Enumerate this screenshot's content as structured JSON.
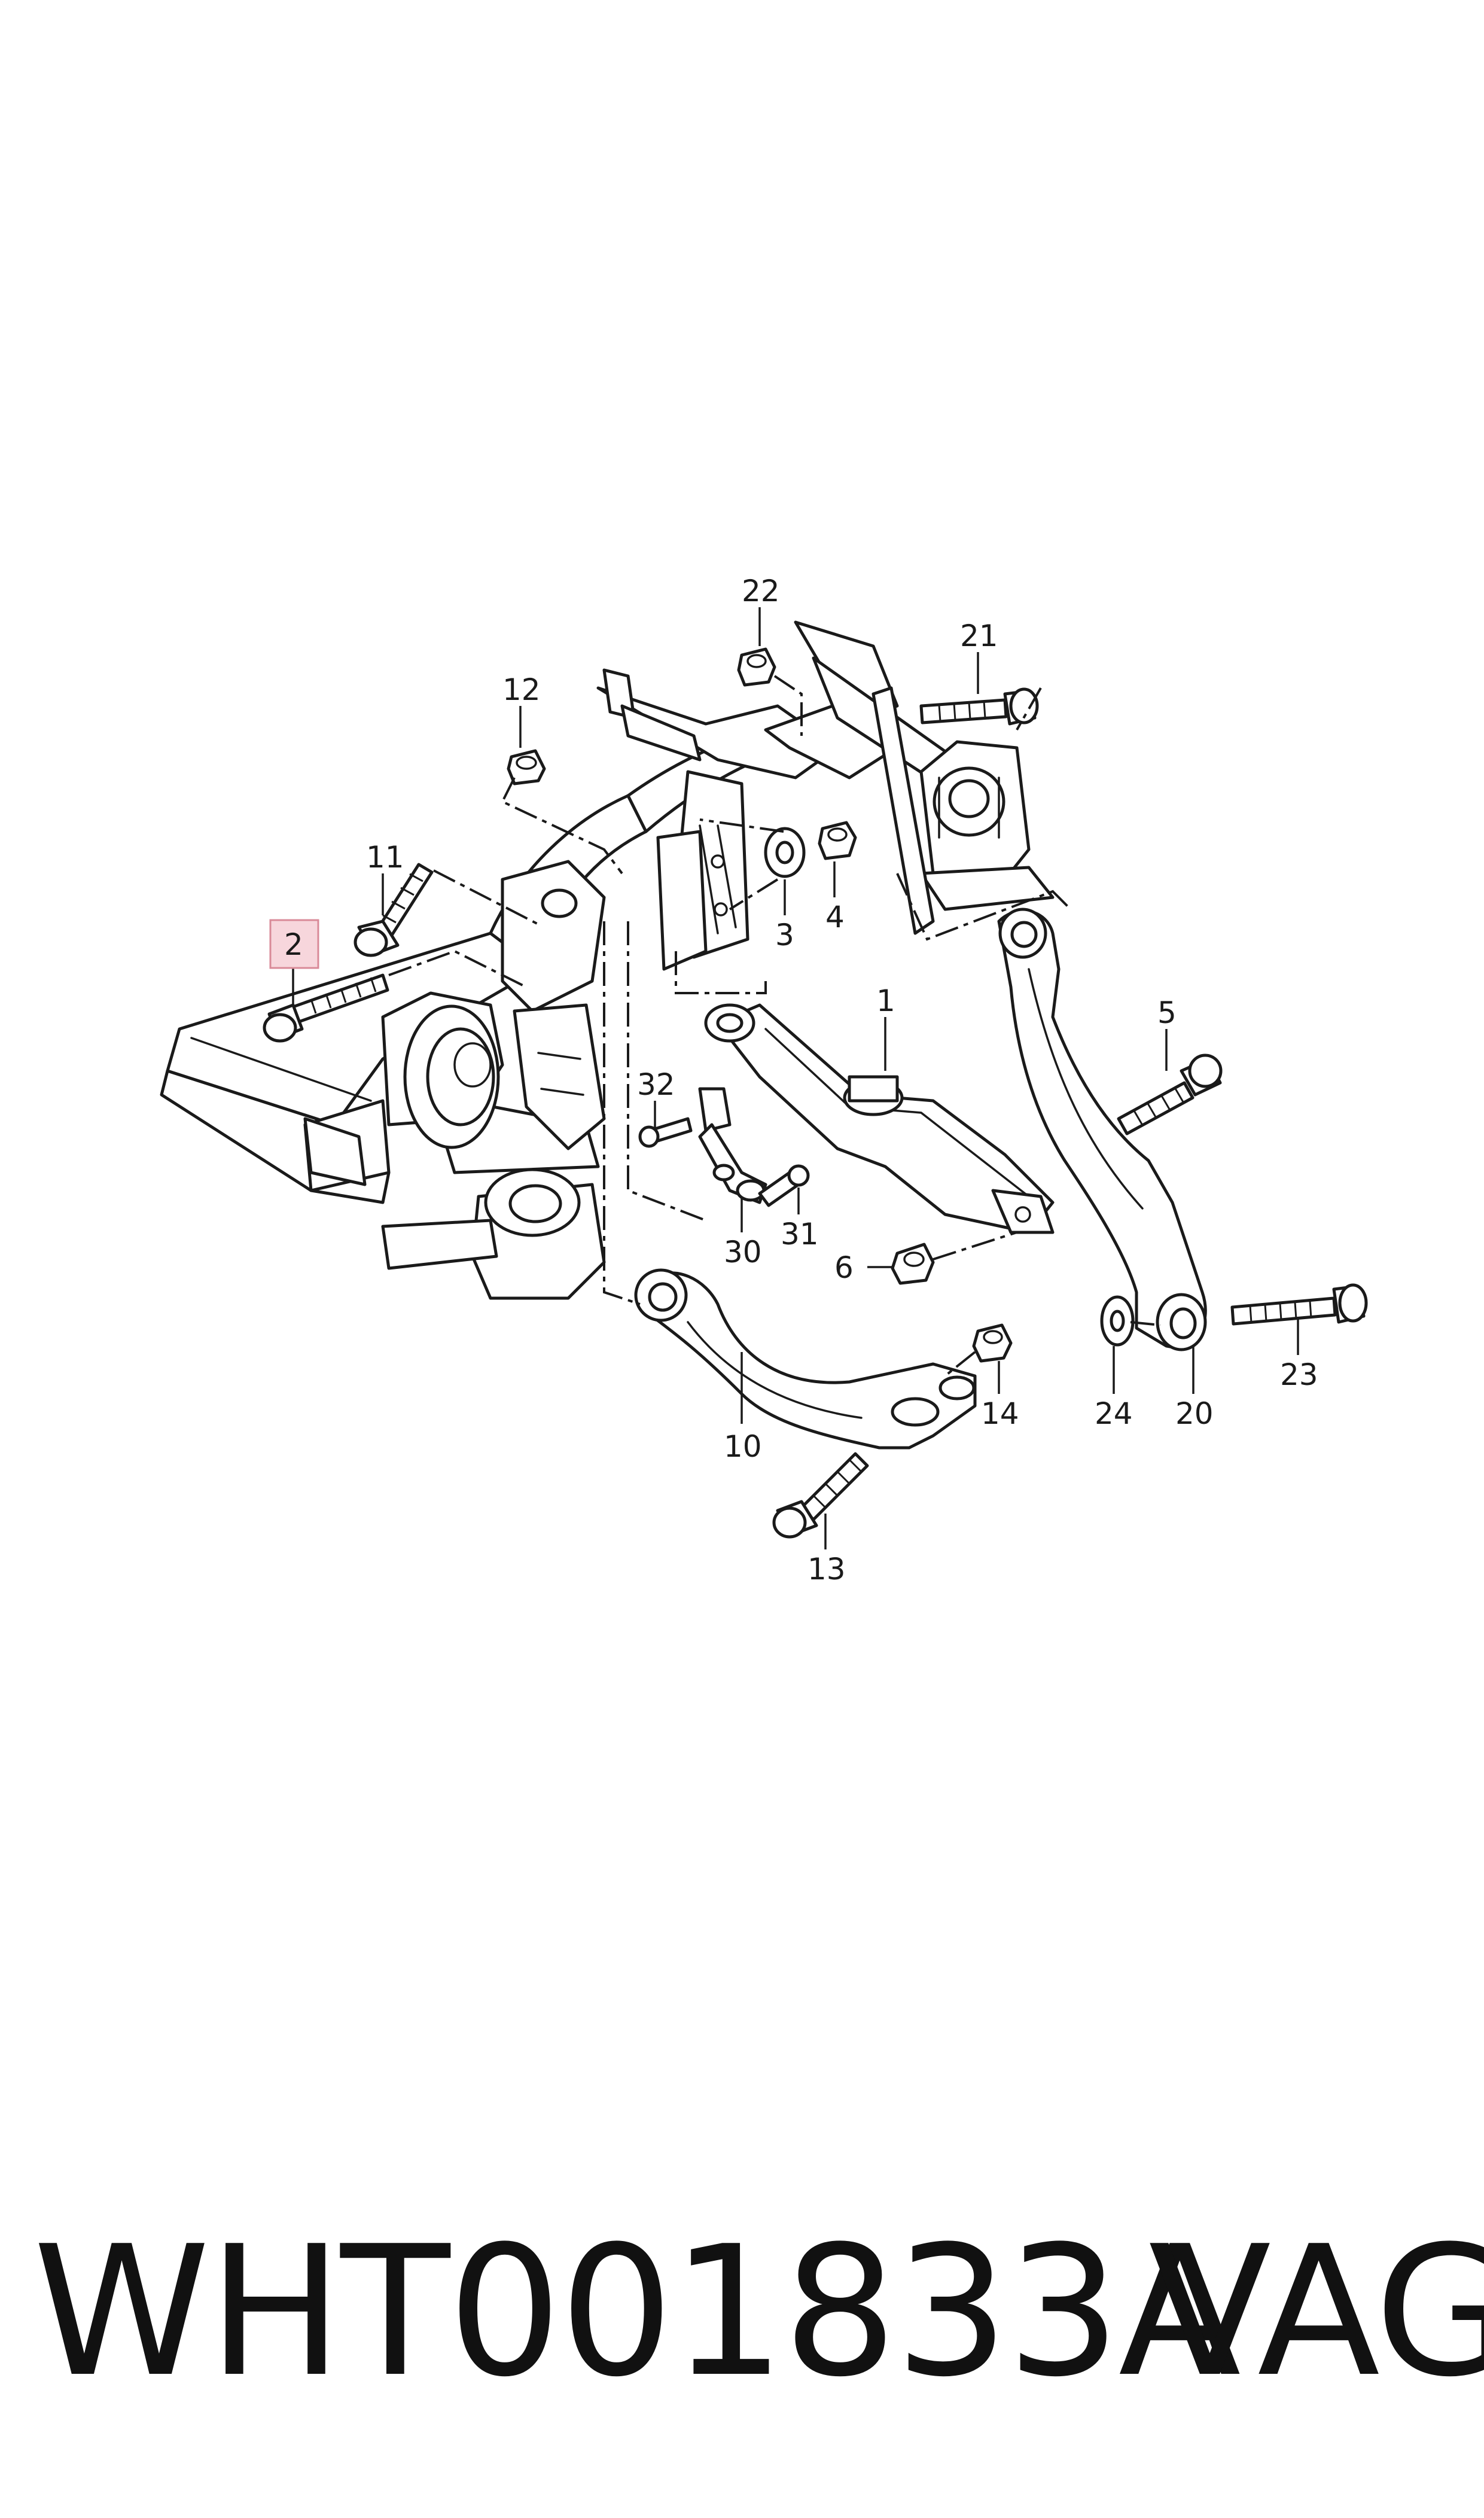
{
  "diagram": {
    "part_labels": [
      {
        "id": "1",
        "text": "1"
      },
      {
        "id": "2",
        "text": "2",
        "highlighted": true
      },
      {
        "id": "3",
        "text": "3"
      },
      {
        "id": "4",
        "text": "4"
      },
      {
        "id": "5",
        "text": "5"
      },
      {
        "id": "6",
        "text": "6"
      },
      {
        "id": "10",
        "text": "10"
      },
      {
        "id": "11",
        "text": "11"
      },
      {
        "id": "12",
        "text": "12"
      },
      {
        "id": "13",
        "text": "13"
      },
      {
        "id": "14",
        "text": "14"
      },
      {
        "id": "20",
        "text": "20"
      },
      {
        "id": "21",
        "text": "21"
      },
      {
        "id": "22",
        "text": "22"
      },
      {
        "id": "23",
        "text": "23"
      },
      {
        "id": "24",
        "text": "24"
      },
      {
        "id": "30",
        "text": "30"
      },
      {
        "id": "31",
        "text": "31"
      },
      {
        "id": "32",
        "text": "32"
      }
    ],
    "highlight_color": "#f7d6dc",
    "highlight_border": "#d98a98"
  },
  "footer": {
    "part_number": "WHT001833A",
    "brand": "VAG"
  }
}
